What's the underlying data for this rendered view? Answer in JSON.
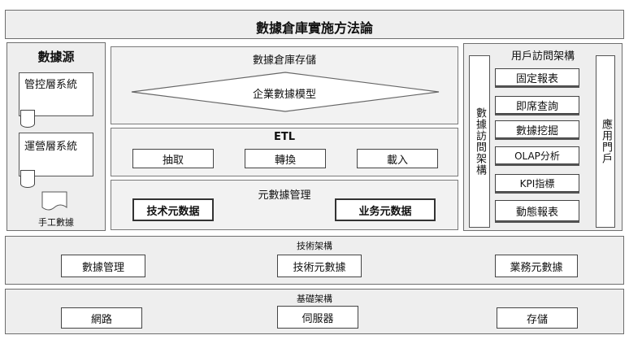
{
  "title": "數據倉庫實施方法論",
  "source": {
    "title": "數據源",
    "system1": "管控層系統",
    "system2": "運營層系統",
    "manual": "手工數據"
  },
  "storage": {
    "title": "數據倉庫存儲",
    "model": "企業數據模型"
  },
  "etl": {
    "title": "ETL",
    "steps": [
      "抽取",
      "轉換",
      "載入"
    ]
  },
  "metadata": {
    "title": "元數據管理",
    "technical": "技术元数据",
    "business": "业务元数据"
  },
  "access": {
    "title": "用戶訪問架構",
    "left_vertical": "數據訪問架構",
    "right_vertical": "應用門戶",
    "items": [
      "固定報表",
      "即席查詢",
      "數據挖掘",
      "OLAP分析",
      "KPI指標",
      "動態報表"
    ]
  },
  "tech": {
    "title": "技術架構",
    "items": [
      "數據管理",
      "技術元數據",
      "業務元數據"
    ]
  },
  "infra": {
    "title": "基礎架構",
    "items": [
      "網路",
      "伺服器",
      "存儲"
    ]
  }
}
